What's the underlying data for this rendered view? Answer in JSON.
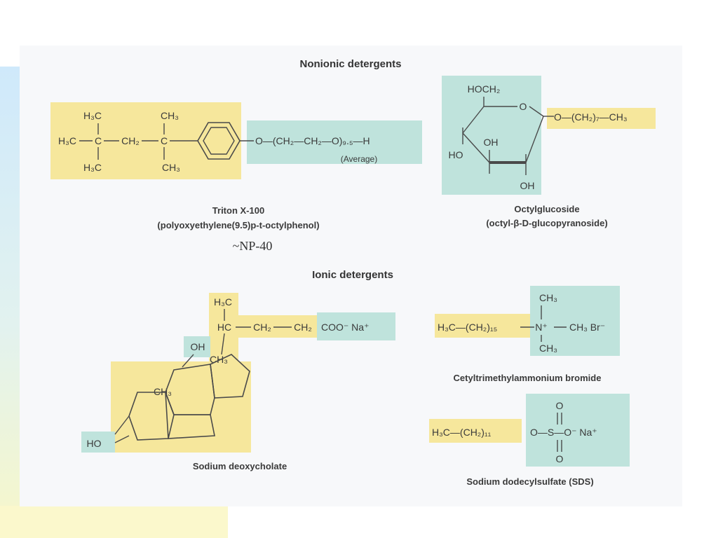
{
  "headings": {
    "nonionic": "Nonionic detergents",
    "ionic": "Ionic detergents"
  },
  "annotation": "~NP-40",
  "colors": {
    "hydrophobic": "#f6e79c",
    "hydrophilic": "#bfe3dc",
    "annotation": "#2aa79a"
  },
  "triton": {
    "name": "Triton X-100",
    "subname": "(polyoxyethylene(9.5)p-t-octylphenol)",
    "atoms": {
      "h3c_top": "H₃C",
      "ch3_top": "CH₃",
      "h3c_left": "H₃C",
      "c1": "C",
      "ch2": "CH₂",
      "c2": "C",
      "h3c_bottom": "H₃C",
      "ch3_bottom": "CH₃"
    },
    "chain": "O—(CH₂—CH₂—O)₉.₅—H",
    "average": "(Average)"
  },
  "octylglucoside": {
    "name": "Octylglucoside",
    "subname": "(octyl-β-D-glucopyranoside)",
    "atoms": {
      "hoch2": "HOCH₂",
      "ring_o": "O",
      "oh_top": "OH",
      "ho_left": "HO",
      "oh_bottom": "OH"
    },
    "tail": "O—(CH₂)₇—CH₃"
  },
  "deoxycholate": {
    "name": "Sodium deoxycholate",
    "atoms": {
      "h3c": "H₃C",
      "hc": "HC",
      "ch2a": "CH₂",
      "ch2b": "CH₂",
      "coo": "COO⁻ Na⁺",
      "oh": "OH",
      "ch3_upper": "CH₃",
      "ch3_lower": "CH₃",
      "ho": "HO"
    }
  },
  "ctab": {
    "name": "Cetyltrimethylammonium bromide",
    "tail": "H₃C—(CH₂)₁₅",
    "n": "N⁺",
    "ch3_top": "CH₃",
    "ch3_right": "CH₃ Br⁻",
    "ch3_bottom": "CH₃"
  },
  "sds": {
    "name": "Sodium dodecylsulfate (SDS)",
    "tail": "H₃C—(CH₂)₁₁",
    "head": "O—S—O⁻ Na⁺",
    "o_top": "O",
    "o_bottom": "O"
  }
}
